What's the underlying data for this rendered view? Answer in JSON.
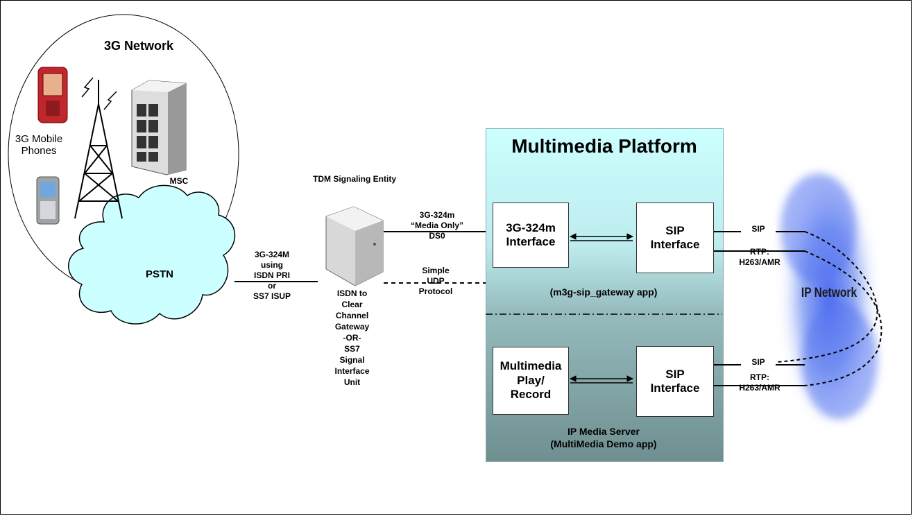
{
  "network_3g": {
    "title": "3G Network",
    "phones_label": "3G Mobile\nPhones",
    "msc_label": "MSC",
    "pstn_label": "PSTN"
  },
  "pstn_link_label": "3G-324M\nusing\nISDN PRI\nor\nSS7 ISUP",
  "tdm": {
    "title": "TDM Signaling Entity",
    "description": "ISDN to\nClear\nChannel\nGateway\n-OR-\nSS7\nSignal\nInterface\nUnit"
  },
  "links": {
    "media_link_label": "3G-324m\n“Media Only”\nDS0",
    "udp_link_label": "Simple\nUDP\nProtocol"
  },
  "platform": {
    "title": "Multimedia Platform",
    "gateway_box": "3G-324m\nInterface",
    "gateway_sip_box": "SIP\nInterface",
    "gateway_app_label": "(m3g-sip_gateway app)",
    "media_box": "Multimedia\nPlay/\nRecord",
    "media_sip_box": "SIP\nInterface",
    "media_server_label": "IP Media Server\n(MultiMedia Demo app)"
  },
  "ip_links": {
    "sip_label_top": "SIP",
    "rtp_label_top": "RTP:\nH263/AMR",
    "sip_label_bottom": "SIP",
    "rtp_label_bottom": "RTP:\nH263/AMR"
  },
  "ip_network_label": "IP Network",
  "colors": {
    "pstn_cloud": "#ccffff",
    "platform_top": "#ccffff",
    "platform_bottom": "#6f8f90",
    "ip_cloud": "#6f8ff0"
  }
}
